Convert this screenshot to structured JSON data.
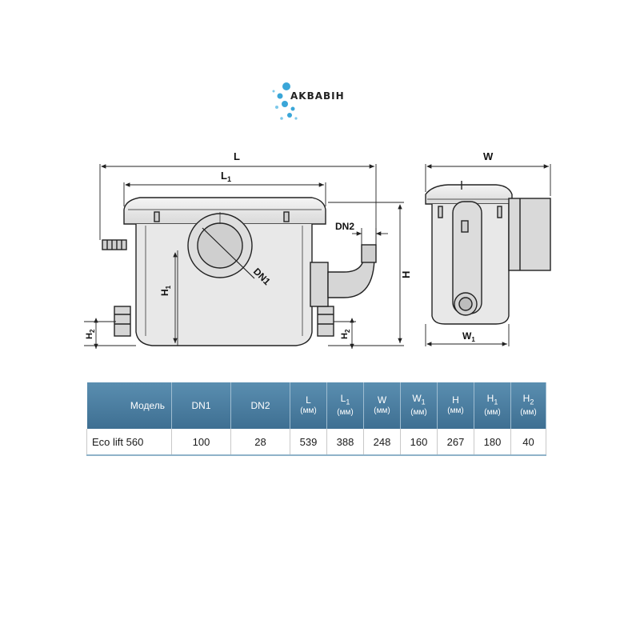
{
  "logo": {
    "text": "AKBABIH",
    "accent_color": "#3aa6d8"
  },
  "drawing": {
    "labels": {
      "L": "L",
      "L1": "L",
      "L1_sub": "1",
      "DN1": "DN1",
      "DN2": "DN2",
      "H": "H",
      "H1": "H",
      "H1_sub": "1",
      "H2": "H",
      "H2_sub": "2",
      "H2b": "H",
      "H2b_sub": "2",
      "W": "W",
      "W1": "W",
      "W1_sub": "1"
    }
  },
  "table": {
    "headers": [
      {
        "main": "Модель",
        "sub": "",
        "unit": ""
      },
      {
        "main": "DN1",
        "sub": "",
        "unit": ""
      },
      {
        "main": "DN2",
        "sub": "",
        "unit": ""
      },
      {
        "main": "L",
        "sub": "",
        "unit": "(мм)"
      },
      {
        "main": "L",
        "sub": "1",
        "unit": "(мм)"
      },
      {
        "main": "W",
        "sub": "",
        "unit": "(мм)"
      },
      {
        "main": "W",
        "sub": "1",
        "unit": "(мм)"
      },
      {
        "main": "H",
        "sub": "",
        "unit": "(мм)"
      },
      {
        "main": "H",
        "sub": "1",
        "unit": "(мм)"
      },
      {
        "main": "H",
        "sub": "2",
        "unit": "(мм)"
      }
    ],
    "rows": [
      [
        "Eco lift 560",
        "100",
        "28",
        "539",
        "388",
        "248",
        "160",
        "267",
        "180",
        "40"
      ]
    ],
    "header_color": "#4a7ea2"
  }
}
